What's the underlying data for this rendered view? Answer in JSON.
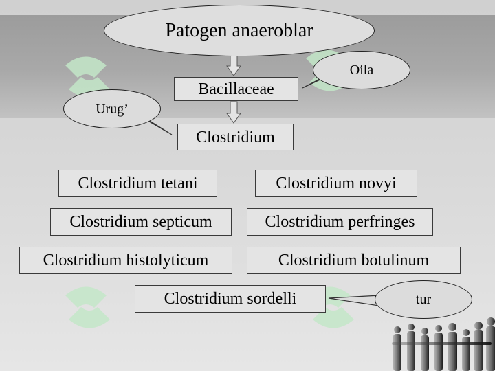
{
  "title": "Patogen anaeroblar",
  "family": "Bacillaceae",
  "genus": "Clostridium",
  "callouts": {
    "family": "Oila",
    "genus": "Urug’",
    "species": "tur"
  },
  "species": [
    "Clostridium tetani",
    "Clostridium novyi",
    "Clostridium septicum",
    "Clostridium perfringes",
    "Clostridium histolyticum",
    "Clostridium botulinum",
    "Clostridium sordelli"
  ],
  "colors": {
    "band": "#a6a6a6",
    "box_fill": "#e4e4e4",
    "ellipse_fill": "#dcdcdc",
    "watermark": "#bfe3c4"
  }
}
